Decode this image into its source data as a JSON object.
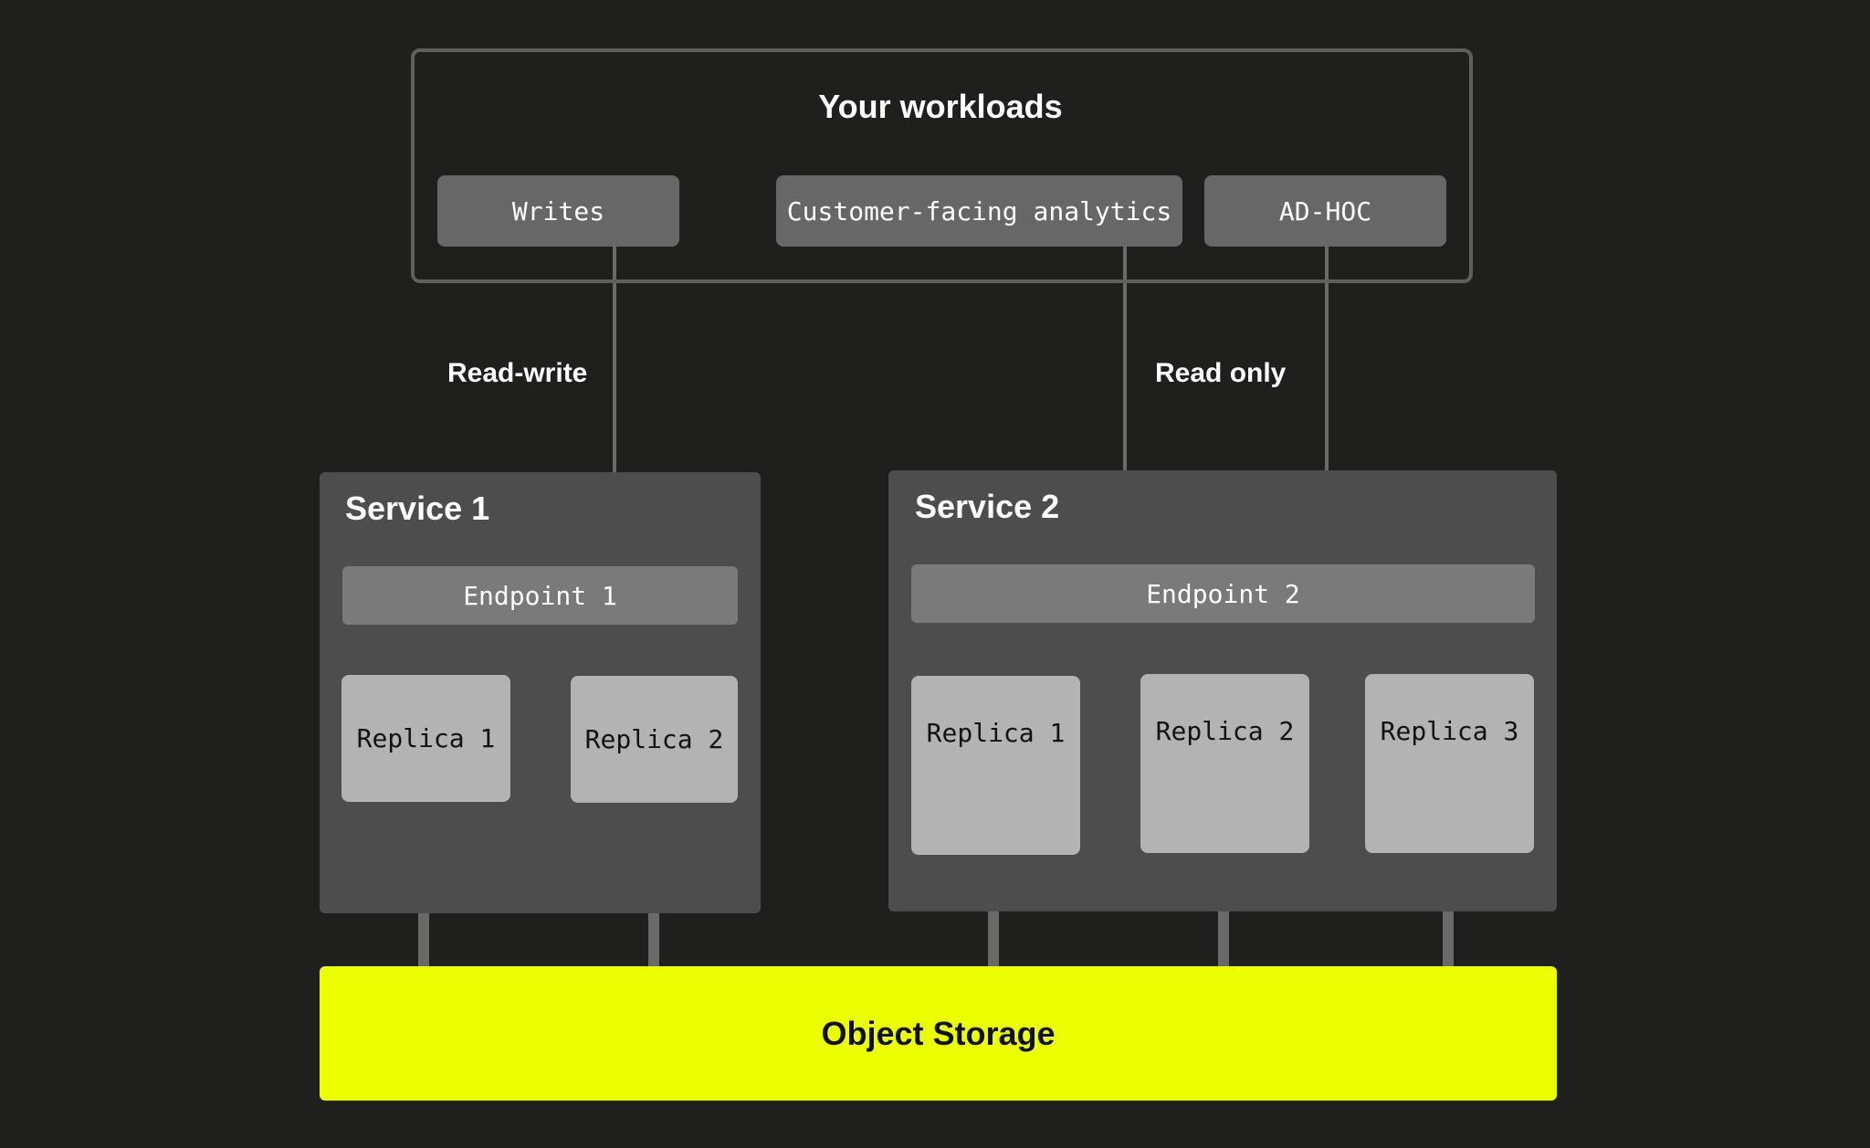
{
  "workloads": {
    "title": "Your workloads",
    "items": [
      {
        "label": "Writes"
      },
      {
        "label": "Customer-facing analytics"
      },
      {
        "label": "AD-HOC"
      }
    ]
  },
  "access": {
    "read_write": "Read-write",
    "read_only": "Read only"
  },
  "services": [
    {
      "title": "Service 1",
      "endpoint": "Endpoint 1",
      "replicas": [
        "Replica 1",
        "Replica 2"
      ]
    },
    {
      "title": "Service 2",
      "endpoint": "Endpoint 2",
      "replicas": [
        "Replica 1",
        "Replica 2",
        "Replica 3"
      ]
    }
  ],
  "storage": {
    "label": "Object Storage"
  },
  "colors": {
    "background": "#1f201d",
    "accent": "#ebff00"
  }
}
